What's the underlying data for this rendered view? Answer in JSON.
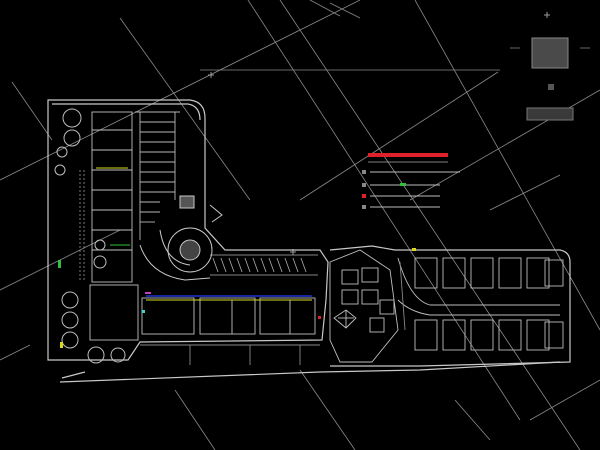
{
  "drawing": {
    "background": "#000000",
    "line_color": "#b4b4b4",
    "dim_color": "#6e6e6e",
    "accent_colors": {
      "red": "#e0202a",
      "yellow": "#d8d820",
      "blue": "#2040ff",
      "green": "#30c040",
      "cyan": "#40d0d0",
      "magenta": "#c040c0"
    }
  },
  "legend": {
    "title_bar": "red",
    "line_count": 5
  },
  "parking": {
    "north_row_stalls": 12,
    "wing_row_stalls": 22,
    "pad_lots_top": 6,
    "pad_lots_bottom": 6
  },
  "icons": [
    "north-arrow-icon",
    "scale-bar-icon",
    "title-block-icon"
  ]
}
